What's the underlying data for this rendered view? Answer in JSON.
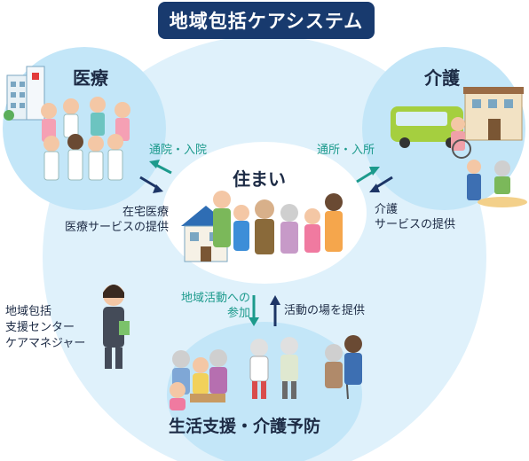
{
  "title": "地域包括ケアシステム",
  "regions": {
    "medical": "医療",
    "care": "介護",
    "housing": "住まい",
    "prevention": "生活支援・介護予防"
  },
  "flows": {
    "to_medical": "通院・入院",
    "from_medical": [
      "在宅医療",
      "医療サービスの提供"
    ],
    "to_care": "通所・入所",
    "from_care": [
      "介護",
      "サービスの提供"
    ],
    "to_community": [
      "地域活動への",
      "参加"
    ],
    "from_community": "活動の場を提供"
  },
  "support_center": [
    "地域包括",
    "支援センター",
    "ケアマネジャー"
  ],
  "colors": {
    "title_bg": "#183a6e",
    "bubble_light": "#dff1fb",
    "bubble_medium": "#c3e6f8",
    "teal_arrow": "#1c9a8c",
    "navy_arrow": "#1d3566"
  }
}
